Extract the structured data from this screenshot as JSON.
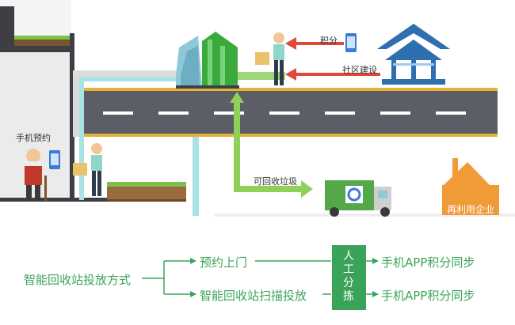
{
  "labels": {
    "phone_booking": "手机预约",
    "points": "积分",
    "community": "社区建设",
    "recyclable": "可回收垃圾",
    "reuse_company": "再利用企业"
  },
  "flow": {
    "root": "智能回收站投放方式",
    "branch_top": "预约上门",
    "branch_bottom": "智能回收站扫描投放",
    "sorting_chars": [
      "人",
      "工",
      "分",
      "拣"
    ],
    "result_top": "手机APP积分同步",
    "result_bottom": "手机APP积分同步"
  },
  "colors": {
    "road": "#5b5e66",
    "road_line": "#e6b33a",
    "green_arrow": "#8fd05a",
    "red_arrow": "#e0483a",
    "flow_green": "#3aa35a",
    "orange_building": "#f09a38",
    "light_blue_pipe": "#a9e3e6"
  },
  "icons": [
    "phone-icon",
    "recycle-icon",
    "pavilion-icon",
    "truck-icon",
    "elderly-man-icon",
    "worker-icon"
  ]
}
